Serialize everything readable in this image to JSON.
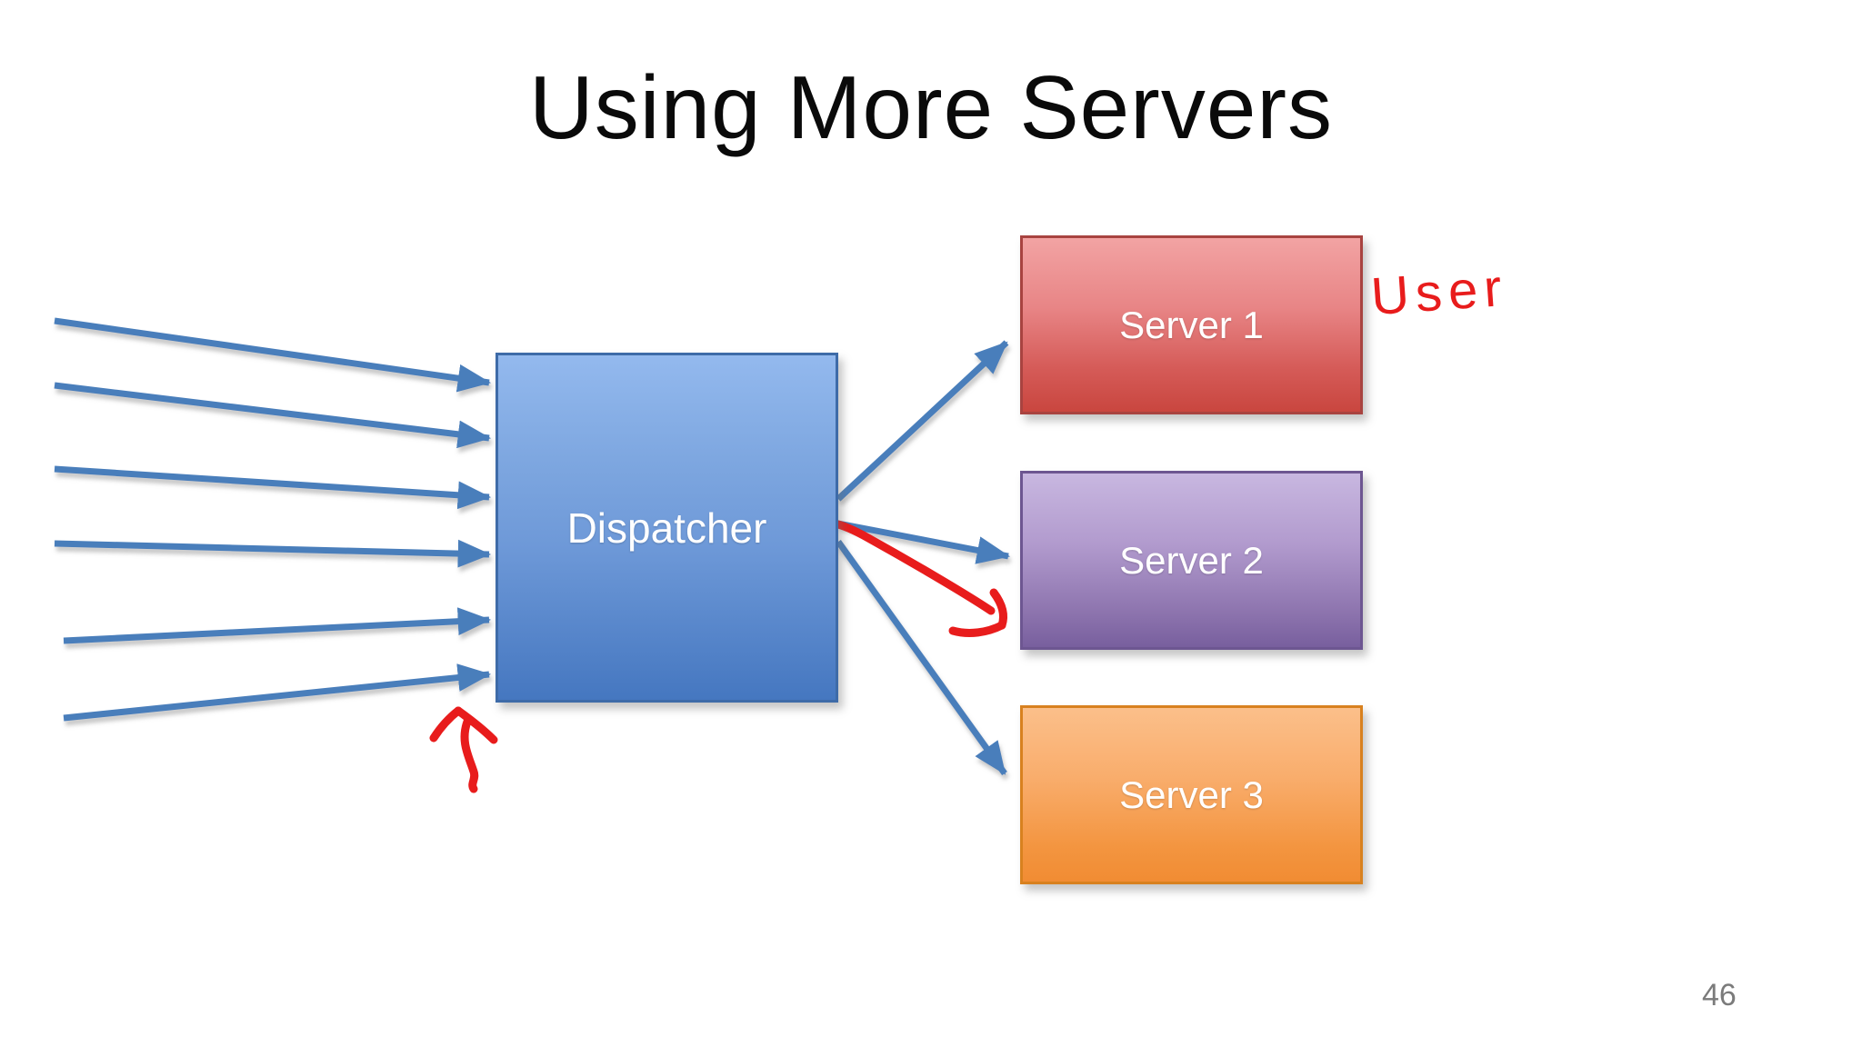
{
  "slide": {
    "title": "Using More Servers",
    "page_number": "46"
  },
  "diagram": {
    "dispatcher_label": "Dispatcher",
    "servers": [
      {
        "label": "Server 1"
      },
      {
        "label": "Server 2"
      },
      {
        "label": "Server 3"
      }
    ],
    "incoming_request_arrow_count": 6
  },
  "annotations": {
    "handwritten_label": "User"
  },
  "colors": {
    "arrow_blue": "#4a7ebb",
    "ink_red": "#e81c1c",
    "dispatcher_fill_top": "#93b9ee",
    "dispatcher_fill_bottom": "#4577c0",
    "dispatcher_border": "#3e6ba8",
    "server1_fill_top": "#f2a3a3",
    "server1_fill_bottom": "#c9463f",
    "server1_border": "#a84340",
    "server2_fill_top": "#c8b7e0",
    "server2_fill_bottom": "#785f9e",
    "server2_border": "#6d5691",
    "server3_fill_top": "#fbbf8a",
    "server3_fill_bottom": "#f18c33",
    "server3_border": "#d8811f",
    "title_black": "#0a0a0a",
    "label_white": "#ffffff",
    "page_number_gray": "#7b7b7b"
  }
}
